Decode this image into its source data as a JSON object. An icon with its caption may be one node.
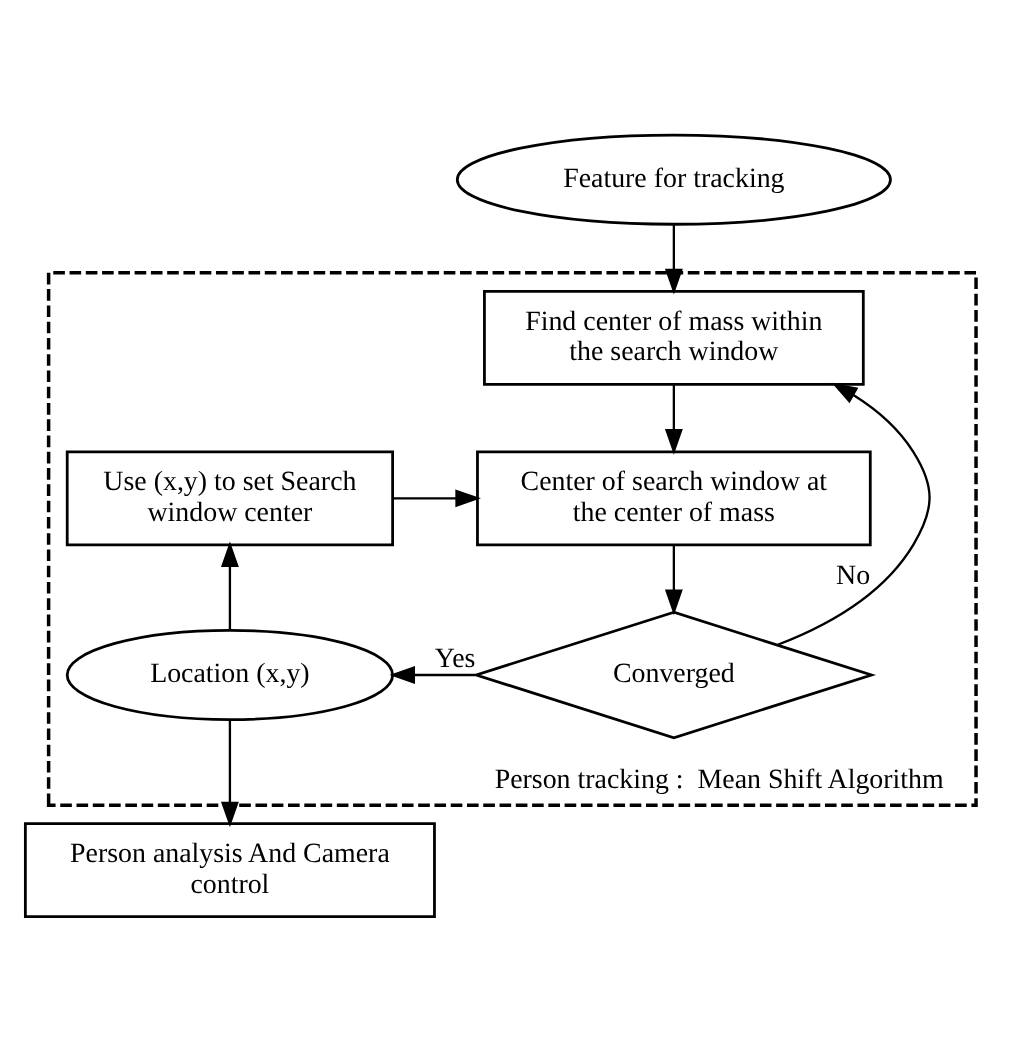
{
  "diagram": {
    "nodes": [
      {
        "text": [
          "Person tracking :  Mean Shift Algorithm"
        ]
      },
      {
        "text": [
          "Feature for tracking"
        ]
      },
      {
        "text": [
          "Find center of mass within the search window"
        ],
        "in": 0
      },
      {
        "text": [
          "Use (x,y) to set Search window center"
        ],
        "in": 0
      },
      {
        "text": [
          "Center of search window at the center of mass"
        ],
        "in": 0
      },
      {
        "text": [
          "Location (x,y)"
        ],
        "in": 0
      },
      {
        "text": [
          "Converged"
        ],
        "in": 0
      },
      {
        "text": [
          "Person analysis And Camera control"
        ]
      }
    ],
    "edges": [
      {
        "from": 1,
        "to": 2,
        "arrow": "to"
      },
      {
        "from": 2,
        "to": 4,
        "arrow": "to"
      },
      {
        "from": 3,
        "to": 4,
        "arrow": "to"
      },
      {
        "from": 4,
        "to": 6,
        "arrow": "to"
      },
      {
        "from": 6,
        "to": 5,
        "arrow": "to",
        "label": "Yes"
      },
      {
        "from": 6,
        "to": 2,
        "arrow": "to",
        "label": "No"
      },
      {
        "from": 5,
        "to": 3,
        "arrow": "to"
      },
      {
        "from": 5,
        "to": 7,
        "arrow": "to"
      }
    ]
  }
}
